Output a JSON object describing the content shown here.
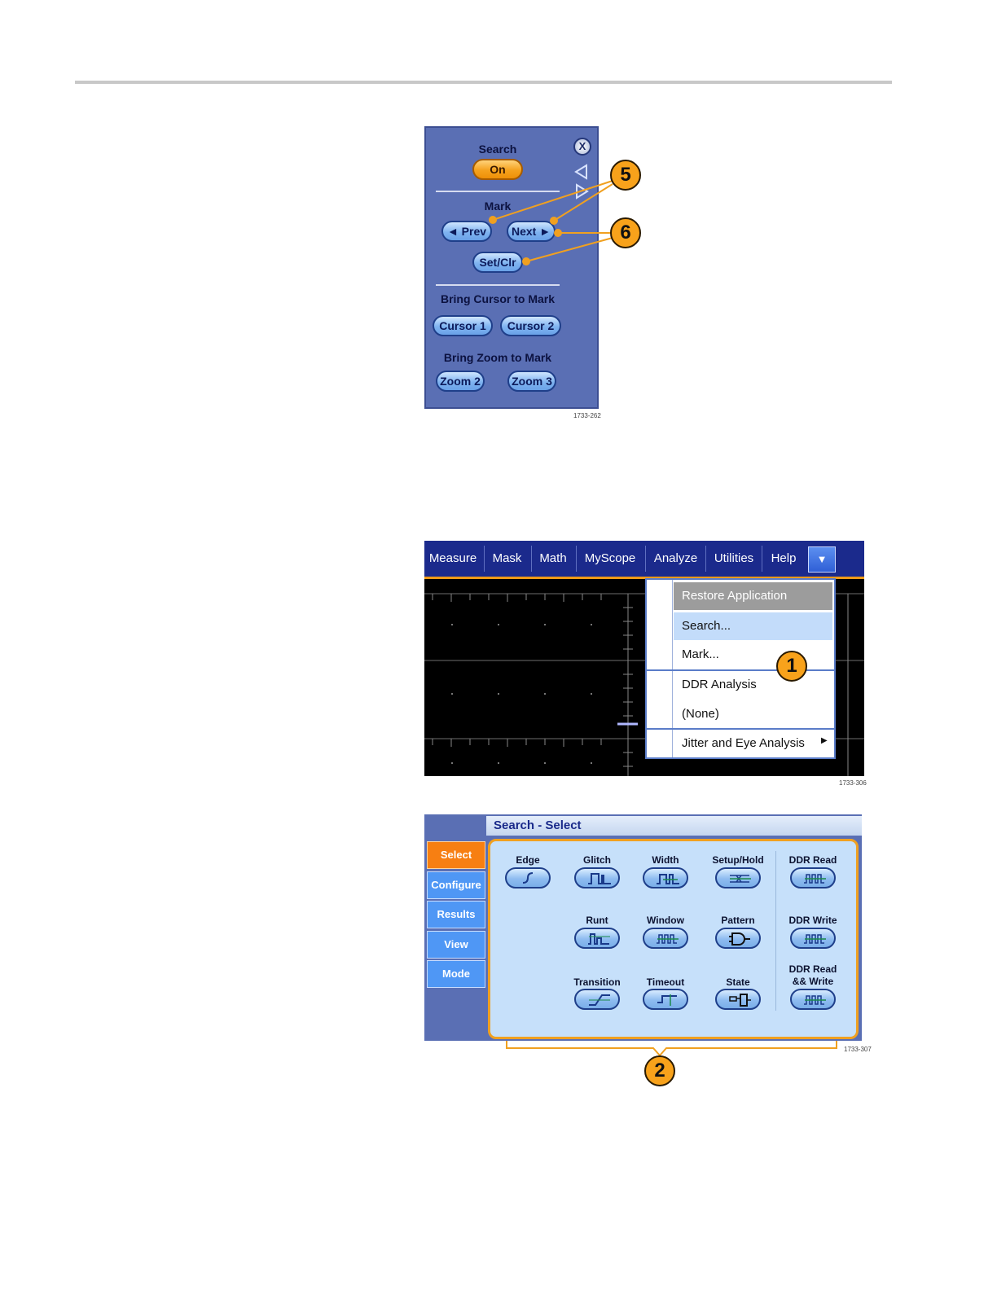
{
  "panel_search": {
    "search_title": "Search",
    "search_on": "On",
    "mark_title": "Mark",
    "prev_label": "◄ Prev",
    "next_label": "Next ►",
    "setclr_label": "Set/Clr",
    "cursor_title": "Bring Cursor to Mark",
    "cursor1_label": "Cursor 1",
    "cursor2_label": "Cursor 2",
    "zoom_title": "Bring Zoom to Mark",
    "zoom2_label": "Zoom 2",
    "zoom3_label": "Zoom 3",
    "close_label": "X",
    "fig_id": "1733-262"
  },
  "callouts": {
    "c5": "5",
    "c6": "6",
    "c1": "1",
    "c2": "2"
  },
  "menubar": {
    "items": [
      "Measure",
      "Mask",
      "Math",
      "MyScope",
      "Analyze",
      "Utilities",
      "Help"
    ],
    "dropdown_icon": "▼",
    "fig_id": "1733-306"
  },
  "dropdown": {
    "items": [
      "Restore Application",
      "Search...",
      "Mark...",
      "DDR Analysis",
      "(None)",
      "Jitter and Eye Analysis"
    ],
    "submenu_arrow": "▶"
  },
  "search_select": {
    "header": "Search - Select",
    "tabs": [
      "Select",
      "Configure",
      "Results",
      "View",
      "Mode"
    ],
    "types": {
      "edge": "Edge",
      "glitch": "Glitch",
      "width": "Width",
      "setup_hold": "Setup/Hold",
      "ddr_read": "DDR Read",
      "runt": "Runt",
      "window": "Window",
      "pattern": "Pattern",
      "ddr_write": "DDR Write",
      "transition": "Transition",
      "timeout": "Timeout",
      "state": "State",
      "ddr_rw_line1": "DDR Read",
      "ddr_rw_line2": "&& Write"
    },
    "fig_id": "1733-307"
  },
  "colors": {
    "panel": "#5a6fb4",
    "accent_orange": "#f8a21b",
    "menu_blue": "#1b2a8c",
    "select_orange": "#f77f12"
  }
}
